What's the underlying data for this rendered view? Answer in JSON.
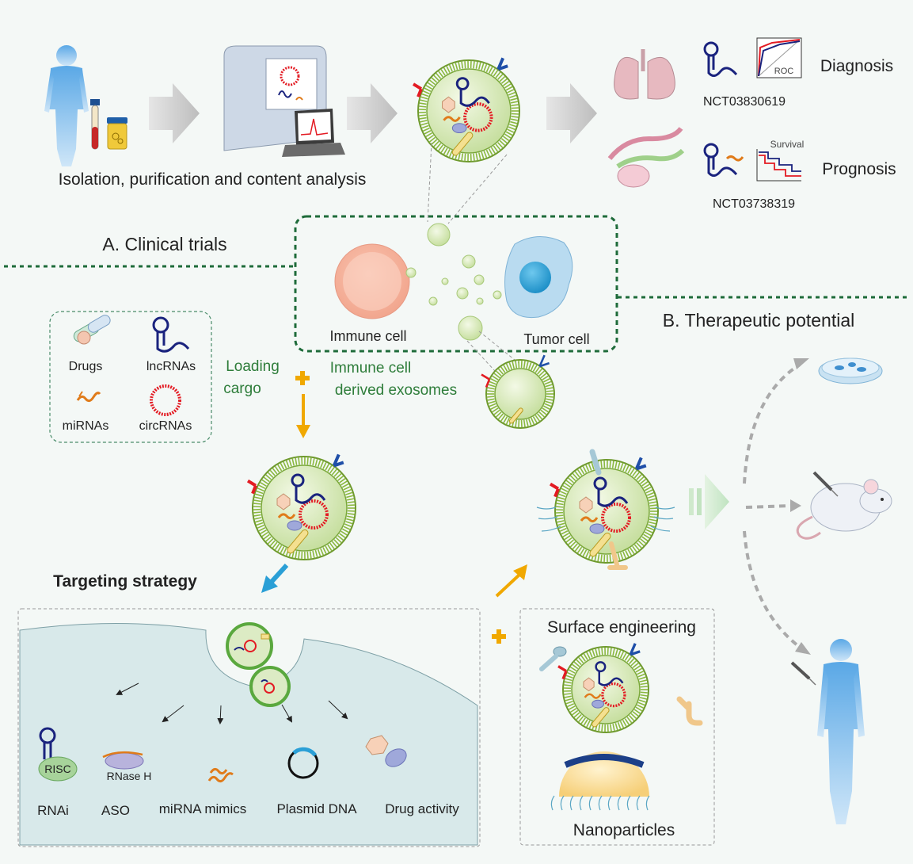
{
  "colors": {
    "background": "#f4f8f6",
    "green_dash": "#1e6b3a",
    "green_text": "#2e7d3a",
    "exosome_fill": "#dcebc4",
    "exosome_membrane": "#8ab83e",
    "rna_blue": "#1a237e",
    "circ_red": "#e31b23",
    "orange": "#e07b1a",
    "arrow_orange": "#f0a800",
    "arrow_blue": "#2a9fd6",
    "cell_cytoplasm": "#d8e9ea"
  },
  "top": {
    "workflow_label": "Isolation, purification and content analysis",
    "trial1": {
      "id": "NCT03830619",
      "label": "Diagnosis",
      "plot_label": "ROC"
    },
    "trial2": {
      "id": "NCT03738319",
      "label": "Prognosis",
      "plot_label": "Survival"
    }
  },
  "sections": {
    "clinical": "A. Clinical trials",
    "therapeutic": "B. Therapeutic potential"
  },
  "cells": {
    "immune": "Immune cell",
    "tumor": "Tumor cell",
    "exosomes_label_1": "Immune cell",
    "exosomes_label_2": "derived exosomes"
  },
  "cargo": {
    "drugs": "Drugs",
    "lncrnas": "lncRNAs",
    "mirnas": "miRNAs",
    "circrnas": "circRNAs",
    "loading_1": "Loading",
    "loading_2": "cargo"
  },
  "targeting": {
    "title": "Targeting strategy",
    "items": [
      "RNAi",
      "ASO",
      "miRNA mimics",
      "Plasmid DNA",
      "Drug activity"
    ],
    "risc": "RISC",
    "rnase": "RNase H"
  },
  "engineering": {
    "title": "Surface engineering",
    "nanoparticles": "Nanoparticles"
  },
  "icons": [
    "human-figure-icon",
    "blood-tube-icon",
    "sample-jar-icon",
    "analyzer-machine-icon",
    "laptop-icon",
    "lung-icon",
    "ovary-icon",
    "petri-dish-icon",
    "mouse-icon",
    "syringe-icon"
  ]
}
